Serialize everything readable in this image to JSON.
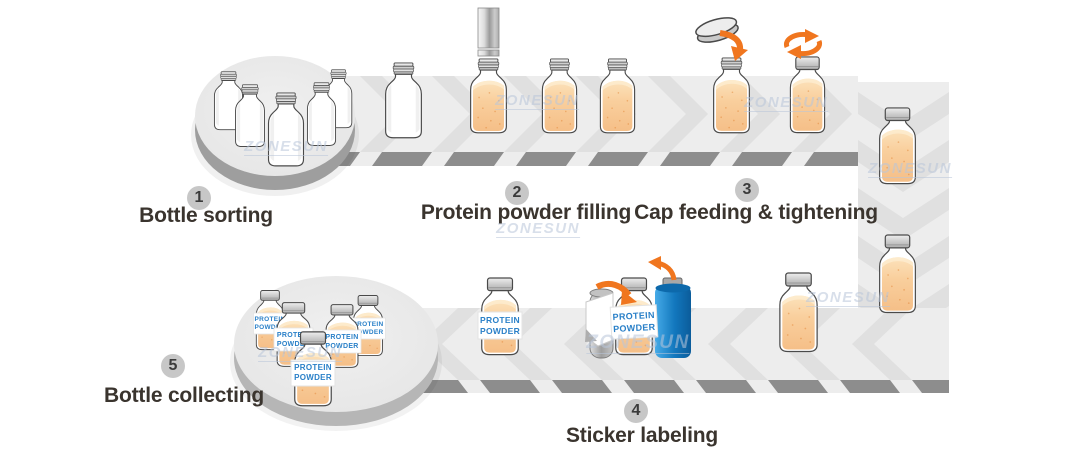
{
  "brand_watermark": "ZONESUN",
  "steps": [
    {
      "num": "1",
      "label": "Bottle sorting"
    },
    {
      "num": "2",
      "label": "Protein powder filling"
    },
    {
      "num": "3",
      "label": "Cap feeding & tightening"
    },
    {
      "num": "4",
      "label": "Sticker labeling"
    },
    {
      "num": "5",
      "label": "Bottle collecting"
    }
  ],
  "bottle_label": {
    "line1": "PROTEIN",
    "line2": "POWDER"
  },
  "colors": {
    "accent_orange": "#f0761f",
    "label_blue": "#2a80c8",
    "powder_orange": "#f8cd99",
    "roller_blue": "#1277bd",
    "conveyor_gray": "#ededed",
    "chevron_gray": "#e0e0e0",
    "strip_gray": "#8d8d8d"
  }
}
